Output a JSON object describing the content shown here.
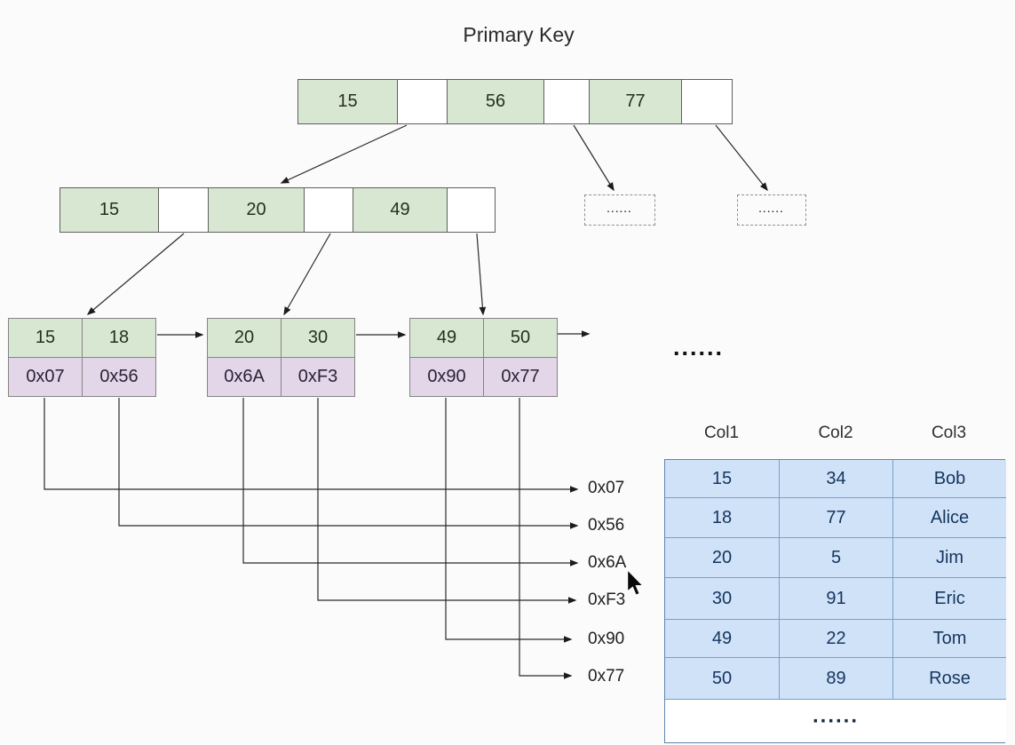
{
  "title": "Primary Key",
  "tree": {
    "root": {
      "keys": [
        "15",
        "56",
        "77"
      ]
    },
    "internal": {
      "keys": [
        "15",
        "20",
        "49"
      ]
    },
    "placeholders": {
      "left": "......",
      "right": "......"
    },
    "leaves": [
      {
        "keys": [
          "15",
          "18"
        ],
        "pointers": [
          "0x07",
          "0x56"
        ]
      },
      {
        "keys": [
          "20",
          "30"
        ],
        "pointers": [
          "0x6A",
          "0xF3"
        ]
      },
      {
        "keys": [
          "49",
          "50"
        ],
        "pointers": [
          "0x90",
          "0x77"
        ]
      }
    ],
    "leaf_ellipsis": "......"
  },
  "address_labels": [
    "0x07",
    "0x56",
    "0x6A",
    "0xF3",
    "0x90",
    "0x77"
  ],
  "table": {
    "headers": [
      "Col1",
      "Col2",
      "Col3"
    ],
    "rows": [
      [
        "15",
        "34",
        "Bob"
      ],
      [
        "18",
        "77",
        "Alice"
      ],
      [
        "20",
        "5",
        "Jim"
      ],
      [
        "30",
        "91",
        "Eric"
      ],
      [
        "49",
        "22",
        "Tom"
      ],
      [
        "50",
        "89",
        "Rose"
      ]
    ],
    "ellipsis_row": "......"
  },
  "colors": {
    "key_cell_fill": "#d8e7d2",
    "pointer_cell_fill": "#e2d6e8",
    "table_cell_fill": "#cfe2f8",
    "table_border": "#6a93c2",
    "table_text": "#16355d",
    "background": "#fafbfa"
  }
}
